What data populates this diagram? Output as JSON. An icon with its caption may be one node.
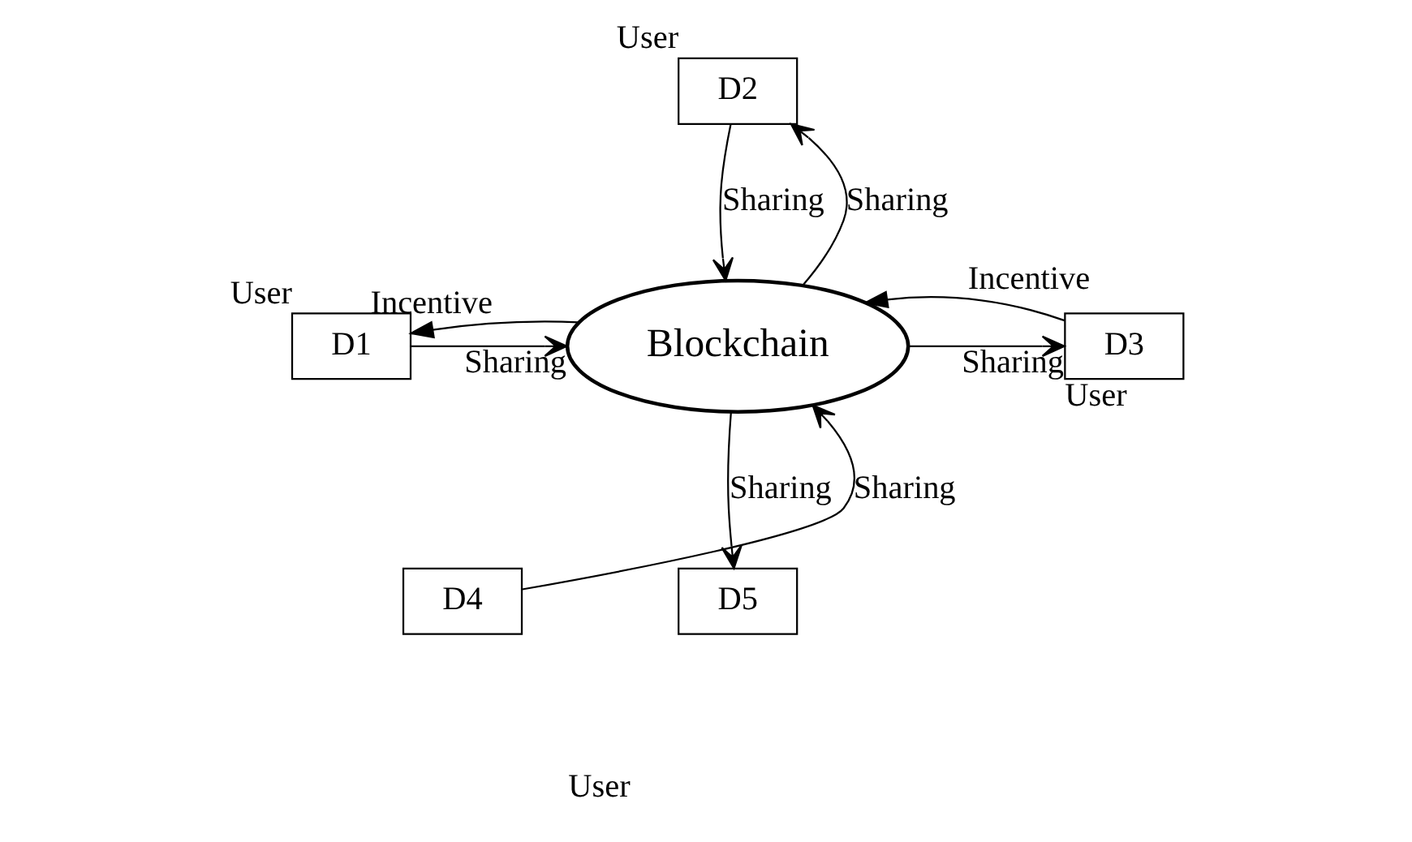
{
  "diagram": {
    "nodes": [
      {
        "text": [
          "Blockchain"
        ]
      },
      {
        "text": [
          "D2"
        ],
        "beside": [
          "User"
        ]
      },
      {
        "text": [
          "D1"
        ],
        "beside": [
          "User"
        ]
      },
      {
        "text": [
          "D3"
        ],
        "beside": [
          "User"
        ]
      },
      {
        "text": [
          "D4"
        ]
      },
      {
        "text": [
          "D5"
        ]
      }
    ],
    "edges": [
      {
        "from": 0,
        "to": 1,
        "arrow": "to",
        "label": "Sharing"
      },
      {
        "from": 1,
        "to": 0,
        "arrow": "to",
        "label": "Sharing"
      },
      {
        "from": 2,
        "to": 0,
        "arrow": "to",
        "label": "Sharing"
      },
      {
        "from": 0,
        "to": 2,
        "arrow": "to",
        "label": "Incentive"
      },
      {
        "from": 0,
        "to": 3,
        "arrow": "to",
        "label": "Sharing"
      },
      {
        "from": 3,
        "to": 0,
        "arrow": "to",
        "label": "Incentive"
      },
      {
        "from": 4,
        "to": 0,
        "arrow": "to",
        "label": "Sharing"
      },
      {
        "from": 0,
        "to": 5,
        "arrow": "to",
        "label": "Sharing"
      }
    ],
    "labels": [
      "User"
    ]
  }
}
